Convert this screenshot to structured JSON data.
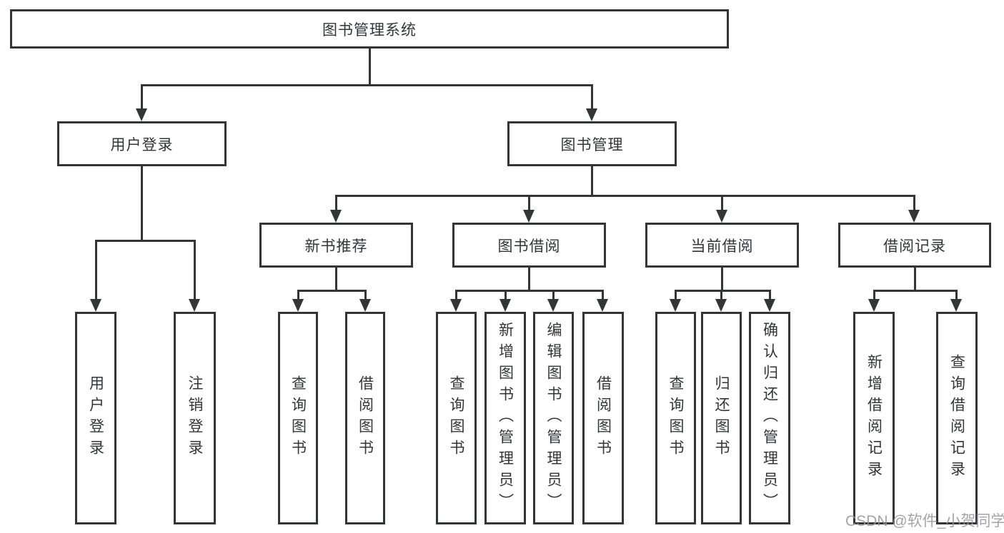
{
  "diagram": {
    "root": "图书管理系统",
    "level2": {
      "user_login": "用户登录",
      "book_mgmt": "图书管理"
    },
    "level3": {
      "new_books": "新书推荐",
      "book_borrow": "图书借阅",
      "current_borrow": "当前借阅",
      "borrow_records": "借阅记录"
    },
    "leaves": {
      "user_login": "用户登录",
      "user_logout": "注销登录",
      "nb_query": "查询图书",
      "nb_borrow": "借阅图书",
      "bb_query": "查询图书",
      "bb_add": "新增图书（管理员）",
      "bb_edit": "编辑图书（管理员）",
      "bb_borrow": "借阅图书",
      "cb_query": "查询图书",
      "cb_return": "归还图书",
      "cb_confirm": "确认归还（管理员）",
      "br_add": "新增借阅记录",
      "br_query": "查询借阅记录"
    }
  },
  "watermark": {
    "text": "CSDN @软件_小贺同学"
  },
  "colors": {
    "line": "#333538",
    "text": "#333539",
    "watermark": "#949496",
    "background": "#ffffff"
  }
}
